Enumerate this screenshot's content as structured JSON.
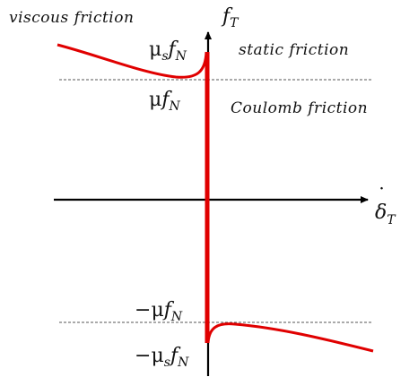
{
  "diagram": {
    "labels": {
      "viscous": "viscous friction",
      "static": "static friction",
      "coulomb": "Coulomb friction"
    },
    "y_axis": {
      "symbol": "f",
      "subscript": "T"
    },
    "x_axis": {
      "symbol": "δ",
      "dot": "˙",
      "subscript": "T"
    },
    "levels": {
      "mu_s_fN": {
        "coef": "μ",
        "coef_sub": "s",
        "var": "f",
        "var_sub": "N"
      },
      "mu_fN": {
        "coef": "μ",
        "var": "f",
        "var_sub": "N"
      },
      "neg_mu_fN": {
        "sign": "−",
        "coef": "μ",
        "var": "f",
        "var_sub": "N"
      },
      "neg_mu_s_fN": {
        "sign": "−",
        "coef": "μ",
        "coef_sub": "s",
        "var": "f",
        "var_sub": "N"
      }
    },
    "colors": {
      "curve": "#e00000",
      "axis": "#000000",
      "dashed": "#555555"
    }
  }
}
